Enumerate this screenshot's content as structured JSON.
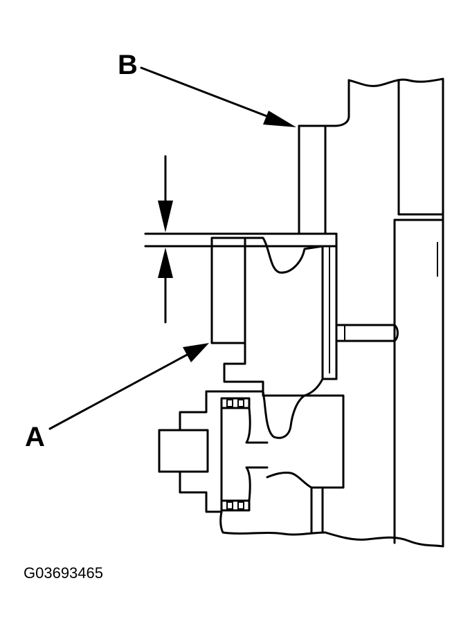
{
  "labels": {
    "a": "A",
    "b": "B"
  },
  "figure_id": "G03693465",
  "colors": {
    "ink": "#000000",
    "background": "#ffffff"
  }
}
